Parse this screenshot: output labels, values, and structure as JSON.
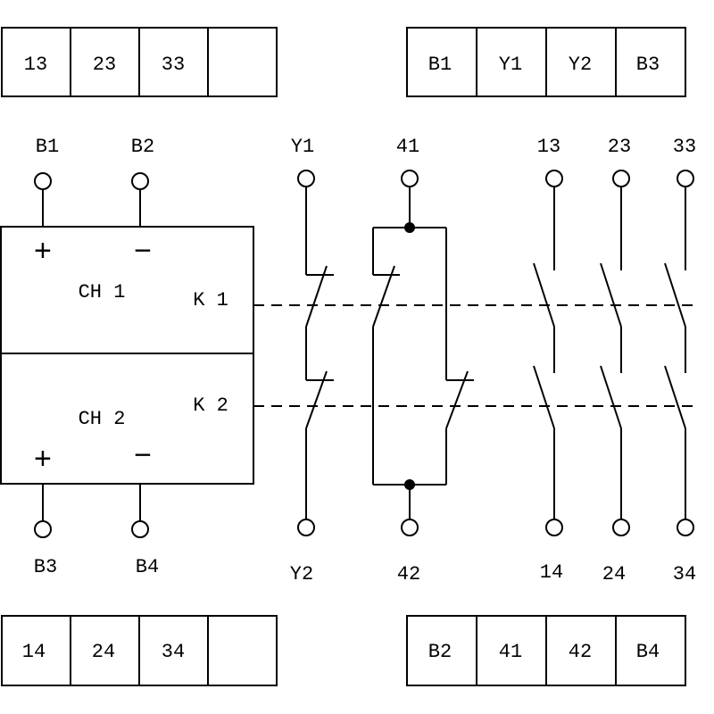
{
  "terminal_strips": {
    "top_left": [
      "13",
      "23",
      "33",
      ""
    ],
    "top_right": [
      "B1",
      "Y1",
      "Y2",
      "B3"
    ],
    "bottom_left": [
      "14",
      "24",
      "34",
      ""
    ],
    "bottom_right": [
      "B2",
      "41",
      "42",
      "B4"
    ]
  },
  "terminals": {
    "top": {
      "b1": "B1",
      "b2": "B2",
      "y1": "Y1",
      "t41": "41",
      "t13": "13",
      "t23": "23",
      "t33": "33"
    },
    "bottom": {
      "b3": "B3",
      "b4": "B4",
      "y2": "Y2",
      "t42": "42",
      "t14": "14",
      "t24": "24",
      "t34": "34"
    }
  },
  "channels": {
    "ch1": {
      "label": "CH 1",
      "relay": "K 1",
      "plus": "+",
      "minus": "−"
    },
    "ch2": {
      "label": "CH 2",
      "relay": "K 2",
      "plus": "+",
      "minus": "−"
    }
  }
}
